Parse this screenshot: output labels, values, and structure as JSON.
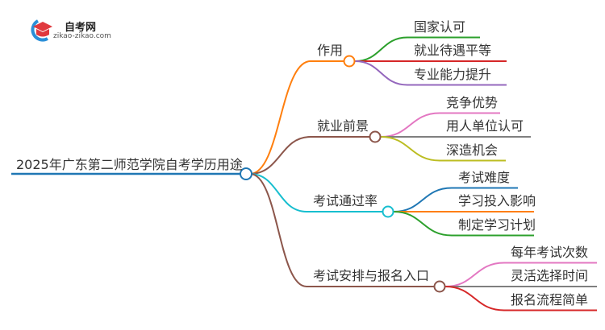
{
  "logo": {
    "name": "自考网",
    "url": "zikao-zikao.com"
  },
  "root": {
    "label": "2025年广东第二师范学院自考学历用途",
    "color": "#1f77b4"
  },
  "branches": [
    {
      "label": "作用",
      "color": "#ff7f0e",
      "children": [
        {
          "label": "国家认可",
          "color": "#2ca02c"
        },
        {
          "label": "就业待遇平等",
          "color": "#d62728"
        },
        {
          "label": "专业能力提升",
          "color": "#9467bd"
        }
      ]
    },
    {
      "label": "就业前景",
      "color": "#8c564b",
      "children": [
        {
          "label": "竞争优势",
          "color": "#e377c2"
        },
        {
          "label": "用人单位认可",
          "color": "#7f7f7f"
        },
        {
          "label": "深造机会",
          "color": "#bcbd22"
        }
      ]
    },
    {
      "label": "考试通过率",
      "color": "#17becf",
      "children": [
        {
          "label": "考试难度",
          "color": "#1f77b4"
        },
        {
          "label": "学习投入影响",
          "color": "#ff7f0e"
        },
        {
          "label": "制定学习计划",
          "color": "#2ca02c"
        }
      ]
    },
    {
      "label": "考试安排与报名入口",
      "color": "#8c564b",
      "children": [
        {
          "label": "每年考试次数",
          "color": "#e377c2"
        },
        {
          "label": "灵活选择时间",
          "color": "#7f7f7f"
        },
        {
          "label": "报名流程简单",
          "color": "#d62728"
        }
      ]
    }
  ]
}
